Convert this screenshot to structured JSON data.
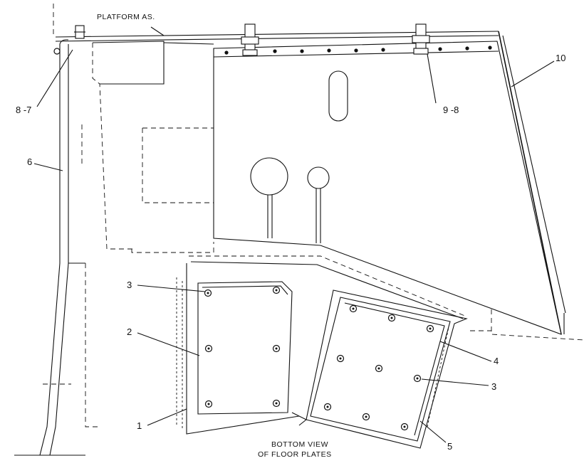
{
  "diagram": {
    "captions": {
      "platform": "PLATFORM AS.",
      "bottom_view_line1": "BOTTOM VIEW",
      "bottom_view_line2": "OF FLOOR PLATES"
    },
    "callouts": {
      "c1": "1",
      "c2": "2",
      "c3_left": "3",
      "c3_right": "3",
      "c4": "4",
      "c5": "5",
      "c6": "6",
      "c8_7": "8 -7",
      "c9_8": "9 -8",
      "c10": "10"
    }
  }
}
